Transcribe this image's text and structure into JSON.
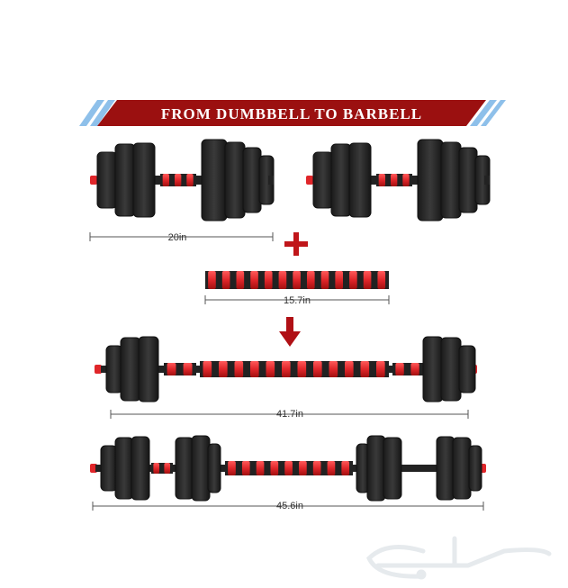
{
  "banner": {
    "title": "FROM DUMBBELL TO BARBELL",
    "color": "#9b1010",
    "stripe_color": "#8ec0ea"
  },
  "dimensions": {
    "dumbbell": "20in",
    "connector": "15.7in",
    "barbell_short": "41.7in",
    "barbell_long": "45.6in"
  },
  "colors": {
    "plate": "#2a2a2a",
    "accent": "#e0262a"
  },
  "watermark": {
    "text": "حراج"
  }
}
